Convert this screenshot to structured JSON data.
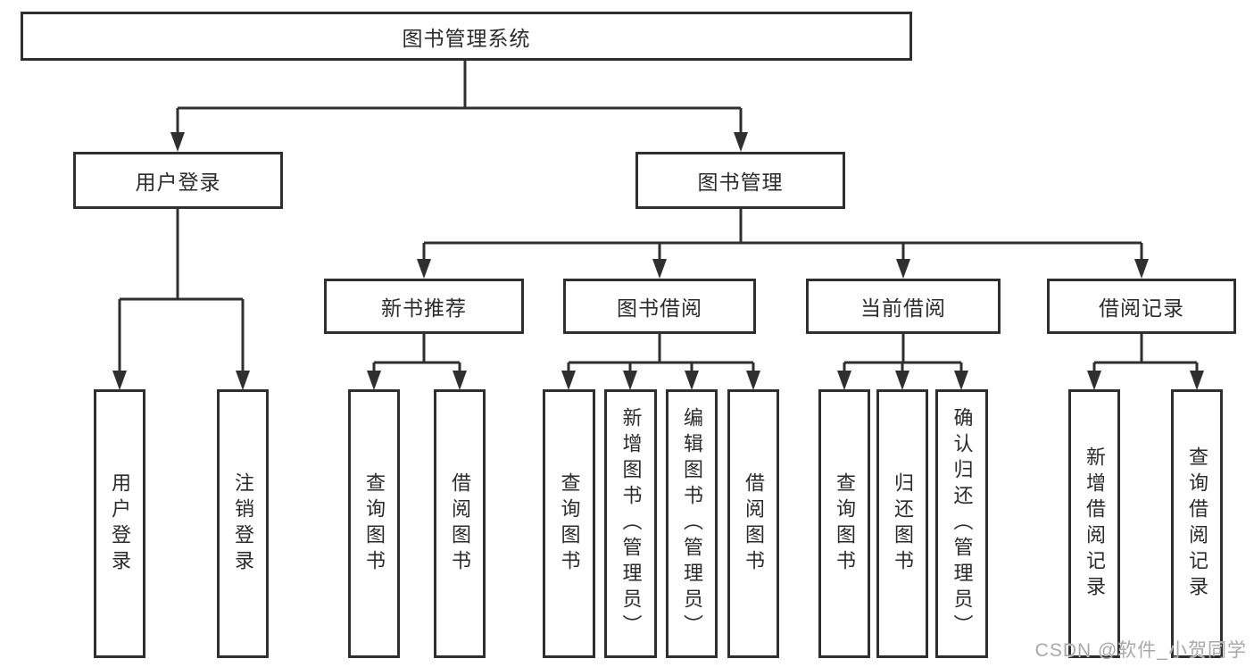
{
  "diagram": {
    "root": "图书管理系统",
    "branches": [
      {
        "label": "用户登录",
        "children": [
          "用户登录",
          "注销登录"
        ]
      },
      {
        "label": "图书管理",
        "children": [
          {
            "label": "新书推荐",
            "children": [
              "查询图书",
              "借阅图书"
            ]
          },
          {
            "label": "图书借阅",
            "children": [
              "查询图书",
              "新增图书（管理员）",
              "编辑图书（管理员）",
              "借阅图书"
            ]
          },
          {
            "label": "当前借阅",
            "children": [
              "查询图书",
              "归还图书",
              "确认归还（管理员）"
            ]
          },
          {
            "label": "借阅记录",
            "children": [
              "新增借阅记录",
              "查询借阅记录"
            ]
          }
        ]
      }
    ]
  },
  "watermark": "CSDN @软件_小贺同学",
  "colors": {
    "line": "#2f2f2f",
    "text": "#2b2b2b",
    "watermark": "#a8a8a8",
    "background": "#ffffff"
  }
}
